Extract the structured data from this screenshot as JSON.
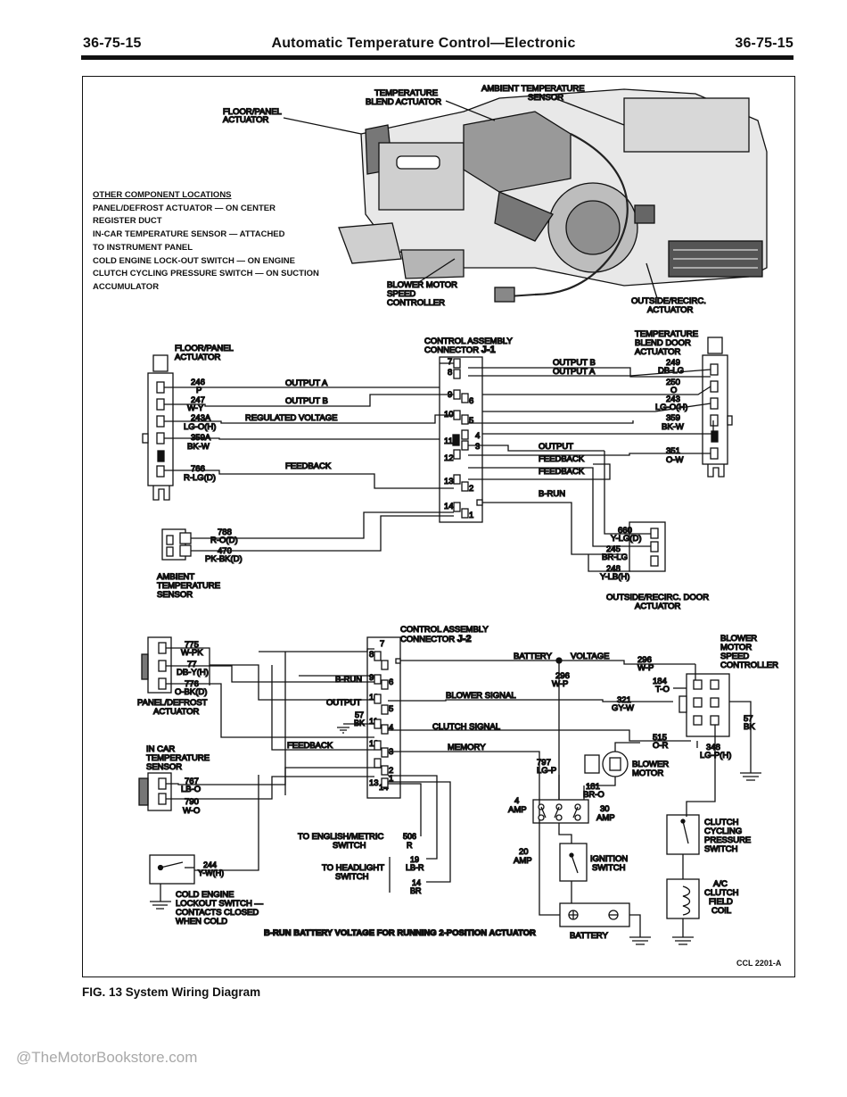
{
  "header": {
    "page_left": "36-75-15",
    "title": "Automatic Temperature Control—Electronic",
    "page_right": "36-75-15"
  },
  "other_locations": {
    "title": "OTHER COMPONENT LOCATIONS",
    "lines": [
      "PANEL/DEFROST ACTUATOR — ON CENTER",
      "REGISTER DUCT",
      "IN-CAR TEMPERATURE SENSOR — ATTACHED",
      "TO INSTRUMENT PANEL",
      "COLD ENGINE LOCK-OUT SWITCH — ON ENGINE",
      "CLUTCH CYCLING PRESSURE SWITCH — ON SUCTION",
      "ACCUMULATOR"
    ]
  },
  "callouts": {
    "floor_panel": [
      "FLOOR/PANEL",
      "ACTUATOR"
    ],
    "temp_blend": [
      "TEMPERATURE",
      "BLEND ACTUATOR"
    ],
    "ambient": [
      "AMBIENT TEMPERATURE",
      "SENSOR"
    ],
    "blower_ctrl": [
      "BLOWER MOTOR",
      "SPEED",
      "CONTROLLER"
    ],
    "outside_recirc": [
      "OUTSIDE/RECIRC.",
      "ACTUATOR"
    ]
  },
  "j1": {
    "title_a": "CONTROL ASSEMBLY",
    "title_b": "CONNECTOR ",
    "title_id": "J-1",
    "left_pins": [
      "7",
      "8",
      "9",
      "10",
      "11",
      "12",
      "13",
      "14"
    ],
    "right_pins": [
      "6",
      "5",
      "4",
      "3",
      "2",
      "1"
    ]
  },
  "floor_panel_actuator": {
    "label": [
      "FLOOR/PANEL",
      "ACTUATOR"
    ],
    "wires": [
      {
        "num": "246",
        "color": "P"
      },
      {
        "num": "247",
        "color": "W-Y"
      },
      {
        "num": "243A",
        "color": "LG-O(H)"
      },
      {
        "num": "359A",
        "color": "BK-W"
      },
      {
        "num": "766",
        "color": "R-LG(D)"
      }
    ]
  },
  "j1_signals": {
    "output_a": "OUTPUT A",
    "output_b": "OUTPUT B",
    "reg_voltage": "REGULATED VOLTAGE",
    "feedback": "FEEDBACK",
    "output": "OUTPUT",
    "feedback_r": "FEEDBACK",
    "b_run": "B-RUN"
  },
  "temp_blend_actuator": {
    "label": [
      "TEMPERATURE",
      "BLEND DOOR",
      "ACTUATOR"
    ],
    "out_b": "OUTPUT B",
    "out_a": "OUTPUT A",
    "wires": [
      {
        "num": "249",
        "color": "DB-LG"
      },
      {
        "num": "250",
        "color": "O"
      },
      {
        "num": "243",
        "color": "LG-O(H)"
      },
      {
        "num": "359",
        "color": "BK-W"
      },
      {
        "num": "351",
        "color": "O-W"
      }
    ]
  },
  "ambient_sensor": {
    "label": [
      "AMBIENT",
      "TEMPERATURE",
      "SENSOR"
    ],
    "wires": [
      {
        "num": "788",
        "color": "R-O(D)"
      },
      {
        "num": "470",
        "color": "PK-BK(D)"
      }
    ]
  },
  "outside_recirc_door": {
    "label": [
      "OUTSIDE/RECIRC. DOOR",
      "ACTUATOR"
    ],
    "wires": [
      {
        "num": "660",
        "color": "Y-LG(D)"
      },
      {
        "num": "245",
        "color": "BR-LG"
      },
      {
        "num": "248",
        "color": "Y-LB(H)"
      }
    ]
  },
  "j2": {
    "title_a": "CONTROL ASSEMBLY",
    "title_b": "CONNECTOR ",
    "title_id": "J-2",
    "left_pins": [
      "7",
      "8",
      "9",
      "10",
      "11",
      "12",
      "13",
      "14"
    ],
    "right_pins": [
      "6",
      "5",
      "4",
      "3",
      "2",
      "1"
    ]
  },
  "panel_defrost": {
    "label": [
      "PANEL/DEFROST",
      "ACTUATOR"
    ],
    "wires": [
      {
        "num": "775",
        "color": "W-PK"
      },
      {
        "num": "77",
        "color": "DB-Y(H)"
      },
      {
        "num": "776",
        "color": "O-BK(D)"
      }
    ]
  },
  "j2_signals": {
    "b_run": "B-RUN",
    "output": "OUTPUT",
    "feedback": "FEEDBACK",
    "battery": "BATTERY",
    "voltage": "VOLTAGE",
    "blower_signal": "BLOWER   SIGNAL",
    "clutch_signal": "CLUTCH SIGNAL",
    "memory": "MEMORY"
  },
  "gnd57": {
    "num": "57",
    "color": "BK"
  },
  "incar_sensor": {
    "label": [
      "IN CAR",
      "TEMPERATURE",
      "SENSOR"
    ],
    "wires": [
      {
        "num": "767",
        "color": "LB-O"
      },
      {
        "num": "790",
        "color": "W-O"
      }
    ]
  },
  "english_metric": {
    "label": [
      "TO ENGLISH/METRIC",
      "SWITCH"
    ],
    "num": "506",
    "color": "R"
  },
  "headlight": {
    "label": [
      "TO HEADLIGHT",
      "SWITCH"
    ],
    "w1": {
      "num": "19",
      "color": "LB-R"
    },
    "w2": {
      "num": "14",
      "color": "BR"
    }
  },
  "cold_lockout": {
    "label": [
      "COLD ENGINE",
      "LOCKOUT SWITCH —",
      "CONTACTS CLOSED",
      "WHEN COLD"
    ],
    "num": "244",
    "color": "Y-W(H)"
  },
  "right_side": {
    "w296a": {
      "num": "296",
      "color": "W-P"
    },
    "w296b": {
      "num": "296",
      "color": "W-P"
    },
    "w184": {
      "num": "184",
      "color": "T-O"
    },
    "w321": {
      "num": "321",
      "color": "GY-W"
    },
    "w515": {
      "num": "515",
      "color": "O-R"
    },
    "w348": {
      "num": "348",
      "color": "LG-P(H)"
    },
    "w57": {
      "num": "57",
      "color": "BK"
    },
    "w797": {
      "num": "797",
      "color": "LG-P"
    },
    "w181": {
      "num": "181",
      "color": "BR-O"
    },
    "fuse4": [
      "4",
      "AMP"
    ],
    "fuse30": [
      "30",
      "AMP"
    ],
    "fuse20": [
      "20",
      "AMP"
    ],
    "blower_ctrl": [
      "BLOWER",
      "MOTOR",
      "SPEED",
      "CONTROLLER"
    ],
    "blower_motor": [
      "BLOWER",
      "MOTOR"
    ],
    "clutch_switch": [
      "CLUTCH",
      "CYCLING",
      "PRESSURE",
      "SWITCH"
    ],
    "ignition": [
      "IGNITION",
      "SWITCH"
    ],
    "ac_clutch": [
      "A/C",
      "CLUTCH",
      "FIELD",
      "COIL"
    ],
    "battery": "BATTERY"
  },
  "brun_note": "B-RUN BATTERY VOLTAGE FOR RUNNING 2-POSITION ACTUATOR",
  "ccl": "CCL 2201-A",
  "caption": "FIG. 13 System Wiring Diagram",
  "watermark": "@TheMotorBookstore.com"
}
